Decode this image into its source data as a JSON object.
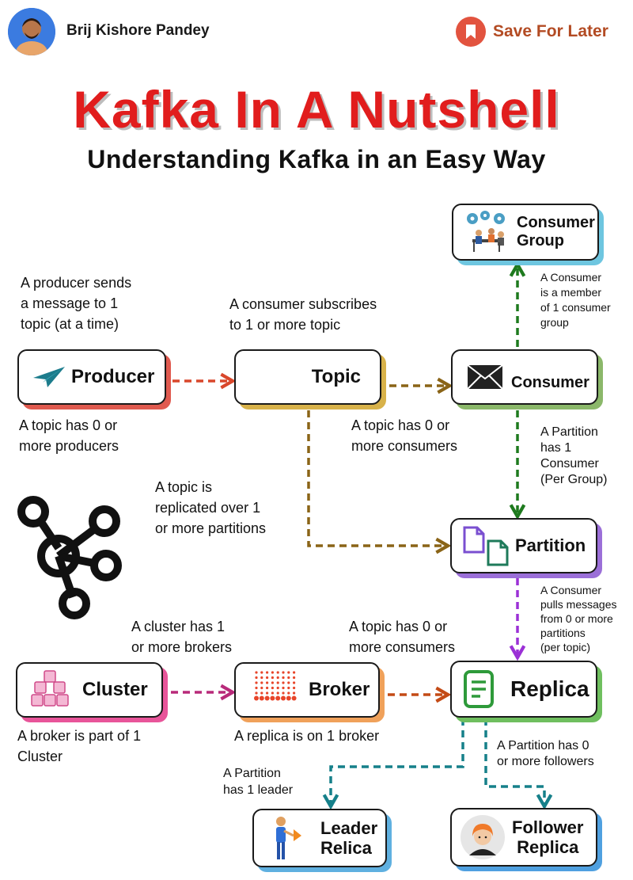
{
  "header": {
    "author": "Brij Kishore Pandey",
    "save_label": "Save For Later"
  },
  "title": "Kafka In A Nutshell",
  "subtitle": "Understanding Kafka in an Easy Way",
  "nodes": {
    "producer": "Producer",
    "topic": "Topic",
    "consumer": "Consumer",
    "consumer_group": "Consumer\nGroup",
    "partition": "Partition",
    "cluster": "Cluster",
    "broker": "Broker",
    "replica": "Replica",
    "leader": "Leader\nRelica",
    "follower": "Follower\nReplica"
  },
  "notes": {
    "producer_sends": "A producer sends\na message to 1\ntopic (at a time)",
    "consumer_subscribes": "A consumer subscribes\nto 1 or more topic",
    "consumer_member": "A Consumer\nis a member\nof 1 consumer\ngroup",
    "topic_producers": "A topic has 0 or\nmore producers",
    "topic_consumers_1": "A topic has 0 or\nmore consumers",
    "partition_consumer": "A Partition\nhas 1\nConsumer\n(Per Group)",
    "topic_replicated": "A topic is\nreplicated over 1\nor more partitions",
    "consumer_pulls": "A Consumer\npulls messages\nfrom 0 or more\npartitions\n(per topic)",
    "cluster_brokers": "A cluster has 1\nor more brokers",
    "topic_consumers_2": "A topic has 0 or\nmore consumers",
    "broker_cluster": "A broker is part of 1\nCluster",
    "replica_broker": "A replica is on 1 broker",
    "partition_followers": "A Partition has 0\nor more followers",
    "partition_leader": "A Partition\nhas 1 leader"
  },
  "colors": {
    "title_red": "#e11d1d",
    "producer_shadow": "#e05a4f",
    "topic_shadow": "#d8b24a",
    "consumer_shadow": "#8bb86a",
    "group_shadow": "#6ec6e0",
    "partition_shadow": "#9b6fd8",
    "cluster_shadow": "#e8559a",
    "broker_shadow": "#f0a15a",
    "replica_shadow": "#6fbf5f",
    "leader_shadow": "#5fb0e0",
    "follower_shadow": "#4fa0e0"
  },
  "icons": {
    "producer": "paper-plane-icon",
    "consumer": "envelope-icon",
    "consumer_group": "team-gears-icon",
    "partition": "documents-icon",
    "cluster": "cubes-icon",
    "broker": "dot-grid-icon",
    "replica": "document-lines-icon",
    "leader": "person-pointing-icon",
    "follower": "girl-avatar-icon",
    "kafka_logo": "kafka-logo-icon",
    "save": "bookmark-icon"
  }
}
